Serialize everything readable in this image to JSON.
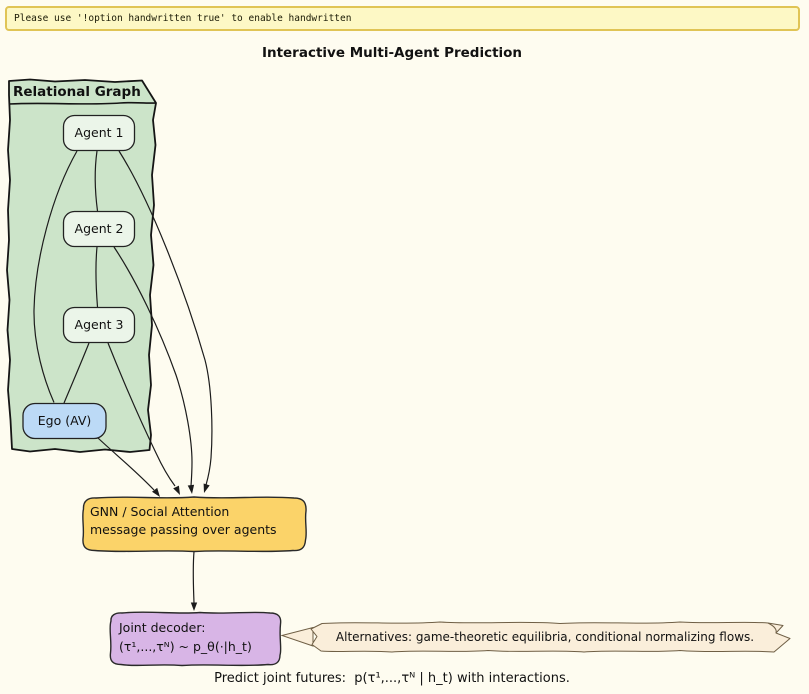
{
  "banner": {
    "text": "Please use '!option handwritten true' to enable handwritten"
  },
  "title": "Interactive Multi-Agent Prediction",
  "cluster": {
    "label": "Relational Graph"
  },
  "nodes": {
    "agent1": {
      "label": "Agent 1"
    },
    "agent2": {
      "label": "Agent 2"
    },
    "agent3": {
      "label": "Agent 3"
    },
    "ego": {
      "label": "Ego (AV)"
    },
    "gnn": {
      "line1": "GNN / Social Attention",
      "line2": "message passing over agents"
    },
    "decoder": {
      "line1": "Joint decoder:",
      "line2": "(τ¹,...,τᴺ) ~ p_θ(·|h_t)"
    }
  },
  "callout": {
    "text": "Alternatives: game-theoretic equilibria, conditional normalizing flows."
  },
  "caption": "Predict joint futures:  p(τ¹,...,τᴺ | h_t) with interactions.",
  "colors": {
    "page_bg": "#fefcf0",
    "banner_bg": "#fdf8c5",
    "banner_border": "#e0c455",
    "cluster_fill": "#cce4c9",
    "node_fill": "#ebf5e9",
    "ego_fill": "#bcdaf6",
    "gnn_fill": "#fbd369",
    "decoder_fill": "#d8b5e6",
    "callout_fill": "#faeeda",
    "edge_stroke": "#1c1c1c"
  }
}
